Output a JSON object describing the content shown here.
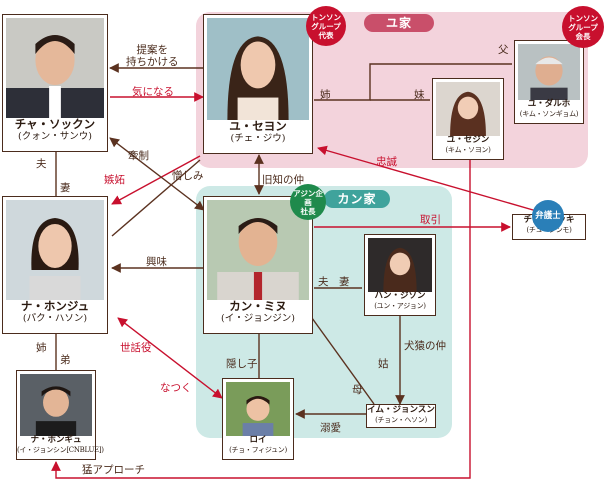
{
  "groups": {
    "yu": "ユ家",
    "kang": "カン家"
  },
  "badges": {
    "seyeon": "トンソン\nグループ\n代表",
    "dalho": "トンソン\nグループ\n会長",
    "minu": "アジン企画\n社長",
    "lawyer": "弁護士"
  },
  "people": {
    "sokkun": {
      "name": "チャ・ソックン",
      "actor": "(クォン・サンウ)"
    },
    "seyeon": {
      "name": "ユ・セヨン",
      "actor": "(チェ・ジウ)"
    },
    "dalho": {
      "name": "ユ・ダルホ",
      "actor": "(キム・ソンギョム)"
    },
    "sejin": {
      "name": "ユ・セジン",
      "actor": "(キム・ソヨン)"
    },
    "honju": {
      "name": "ナ・ホンジュ",
      "actor": "(パク・ハソン)"
    },
    "minu": {
      "name": "カン・ミヌ",
      "actor": "(イ・ジョンジン)"
    },
    "jison": {
      "name": "ハン・ジソン",
      "actor": "(ユン・アジョン)"
    },
    "sokki": {
      "name": "チェ・ソッキ",
      "actor": "(チュ・ジンモ)"
    },
    "hongyu": {
      "name": "ナ・ホンギュ",
      "actor": "(イ・ジョンシン[CNBLUE])"
    },
    "roi": {
      "name": "ロイ",
      "actor": "(チョ・フィジュン)"
    },
    "jonsun": {
      "name": "イム・ジョンスン",
      "actor": "(チョン・ヘソン)"
    }
  },
  "relations": {
    "proposal": "提案を\n持ちかける",
    "interest_red": "気になる",
    "father": "父",
    "older_sister": "姉",
    "younger_sister": "妹",
    "husband": "夫",
    "wife": "妻",
    "jealousy": "嫉妬",
    "restraint": "牽制",
    "hatred": "憎しみ",
    "acquainted": "旧知の仲",
    "loyalty": "忠誠",
    "deal": "取引",
    "interest": "興味",
    "couple": "夫　妻",
    "sister2": "姉",
    "brother": "弟",
    "caretaker": "世話役",
    "attached": "なつく",
    "hidden_child": "隠し子",
    "enemies": "犬猿の仲",
    "mother_in_law": "姑",
    "mother": "母",
    "dote": "溺愛",
    "pursuit": "猛アプローチ"
  }
}
